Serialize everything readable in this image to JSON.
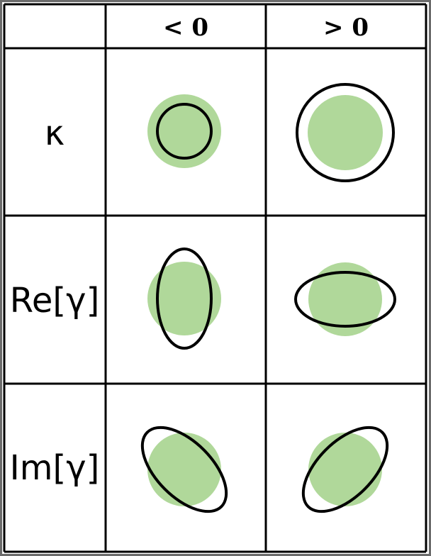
{
  "columns": [
    "< 0",
    "> 0"
  ],
  "rows": [
    {
      "label": "κ",
      "cells": [
        {
          "sign": "< 0",
          "shape": "smaller circle (convergence)"
        },
        {
          "sign": "> 0",
          "shape": "larger circle (convergence)"
        }
      ]
    },
    {
      "label": "Re[γ]",
      "cells": [
        {
          "sign": "< 0",
          "shape": "vertically elongated ellipse"
        },
        {
          "sign": "> 0",
          "shape": "horizontally elongated ellipse"
        }
      ]
    },
    {
      "label": "Im[γ]",
      "cells": [
        {
          "sign": "< 0",
          "shape": "ellipse tilted toward lower-right"
        },
        {
          "sign": "> 0",
          "shape": "ellipse tilted toward upper-right"
        }
      ]
    }
  ],
  "colors": {
    "unlensed_disc": "#b0d89a",
    "lensed_outline": "#000000",
    "grid": "#000000"
  }
}
